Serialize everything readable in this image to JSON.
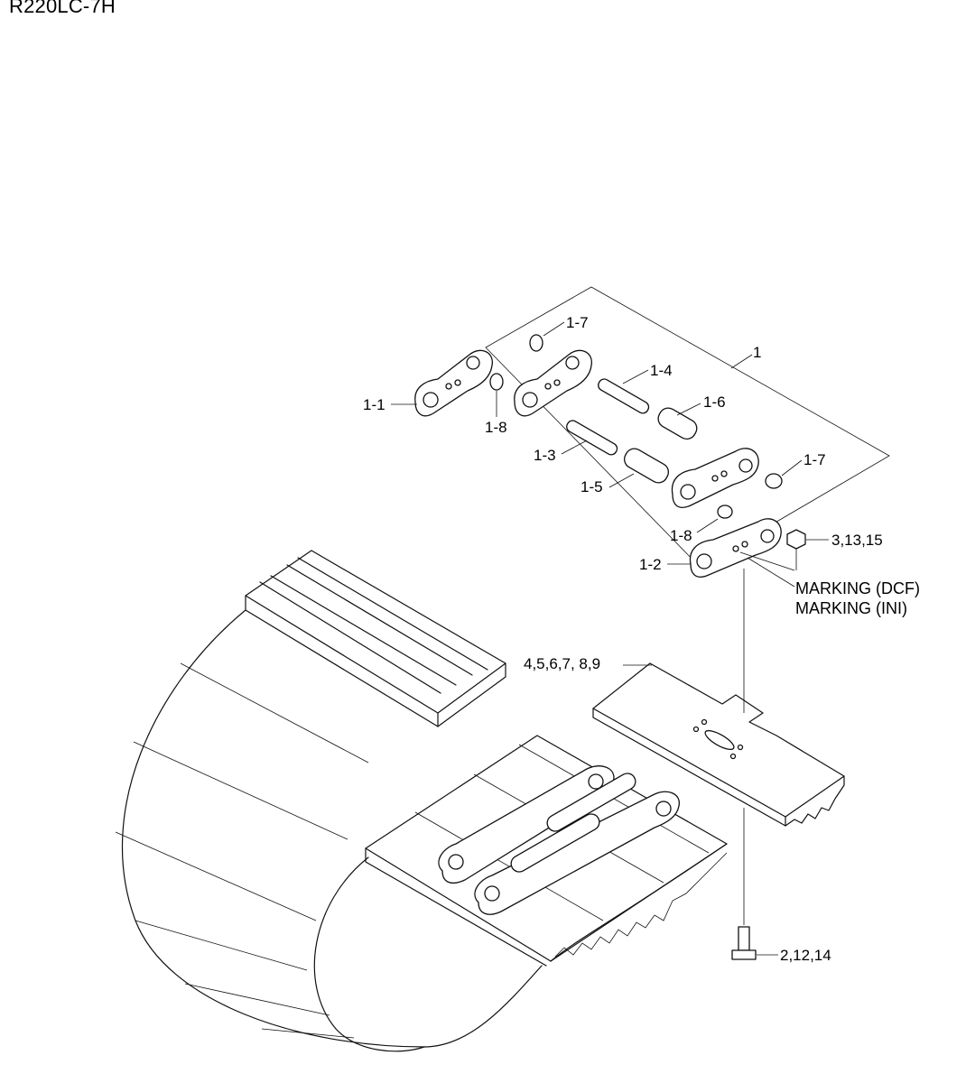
{
  "header": {
    "model": "R220LC-7H"
  },
  "callouts": {
    "c1": "1",
    "c1_1": "1-1",
    "c1_2": "1-2",
    "c1_3": "1-3",
    "c1_4": "1-4",
    "c1_5": "1-5",
    "c1_6": "1-6",
    "c1_7_top": "1-7",
    "c1_7_right": "1-7",
    "c1_8_left": "1-8",
    "c1_8_lower": "1-8",
    "c3": "3,13,15",
    "c4": "4,5,6,7, 8,9",
    "c2": "2,12,14"
  },
  "markings": {
    "dcf": "MARKING (DCF)",
    "ini": "MARKING (INI)"
  }
}
